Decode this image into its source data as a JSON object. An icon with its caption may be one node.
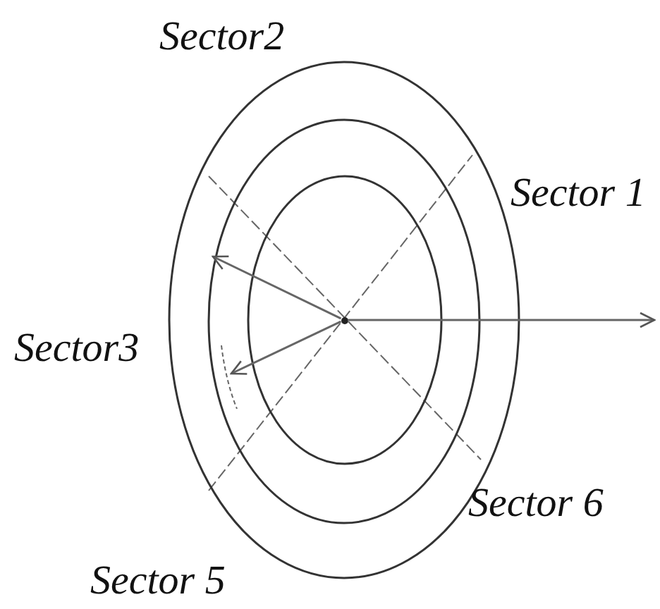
{
  "diagram": {
    "nodes": [
      {
        "text": [],
        "shape": "ellipse"
      },
      {
        "text": [],
        "shape": "ellipse",
        "in": 0
      },
      {
        "text": [],
        "shape": "ellipse",
        "in": 1
      },
      {
        "text": [],
        "shape": "circle",
        "in": 2
      }
    ],
    "edges": [
      {
        "from": 3,
        "to": null,
        "arrow": "to"
      },
      {
        "from": 3,
        "to": null,
        "arrow": "to"
      },
      {
        "from": 3,
        "to": null,
        "arrow": "to"
      }
    ],
    "labels": [
      "Sector2",
      "Sector 1",
      "Sector3",
      "Sector 6",
      "Sector 5"
    ]
  }
}
